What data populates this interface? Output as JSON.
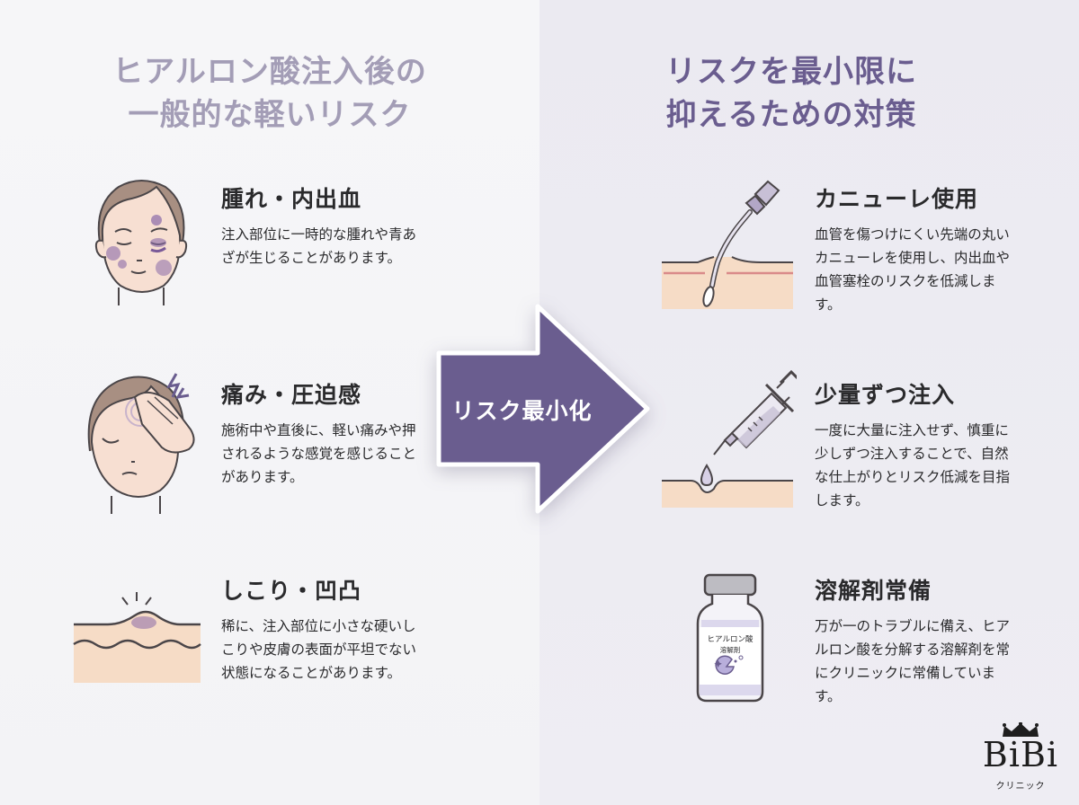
{
  "left_panel": {
    "heading_line1": "ヒアルロン酸注入後の",
    "heading_line2": "一般的な軽いリスク",
    "items": [
      {
        "icon": "bruised-face-icon",
        "title": "腫れ・内出血",
        "desc": "注入部位に一時的な腫れや青あざが生じることがあります。"
      },
      {
        "icon": "headache-face-icon",
        "title": "痛み・圧迫感",
        "desc": "施術中や直後に、軽い痛みや押されるような感覚を感じることがあります。"
      },
      {
        "icon": "skin-lump-icon",
        "title": "しこり・凹凸",
        "desc": "稀に、注入部位に小さな硬いしこりや皮膚の表面が平坦でない状態になることがあります。"
      }
    ]
  },
  "center_arrow": {
    "label": "リスク最小化",
    "color": "#6a5d8f"
  },
  "right_panel": {
    "heading_line1": "リスクを最小限に",
    "heading_line2": "抑えるための対策",
    "items": [
      {
        "icon": "cannula-icon",
        "title": "カニューレ使用",
        "desc": "血管を傷つけにくい先端の丸いカニューレを使用し、内出血や血管塞栓のリスクを低減します。"
      },
      {
        "icon": "syringe-icon",
        "title": "少量ずつ注入",
        "desc": "一度に大量に注入せず、慎重に少しずつ注入することで、自然な仕上がりとリスク低減を目指します。"
      },
      {
        "icon": "vial-icon",
        "title": "溶解剤常備",
        "desc": "万が一のトラブルに備え、ヒアルロン酸を分解する溶解剤を常にクリニックに常備しています。",
        "vial_label_line1": "ヒアルロン酸",
        "vial_label_line2": "溶解剤"
      }
    ]
  },
  "logo": {
    "brand": "BiBi",
    "sub": "クリニック"
  },
  "colors": {
    "accent_purple": "#6a5d8f",
    "heading_left": "#a39db6",
    "bruise": "#8a6aa8",
    "skin": "#f6dcc6",
    "line": "#4a4548"
  }
}
